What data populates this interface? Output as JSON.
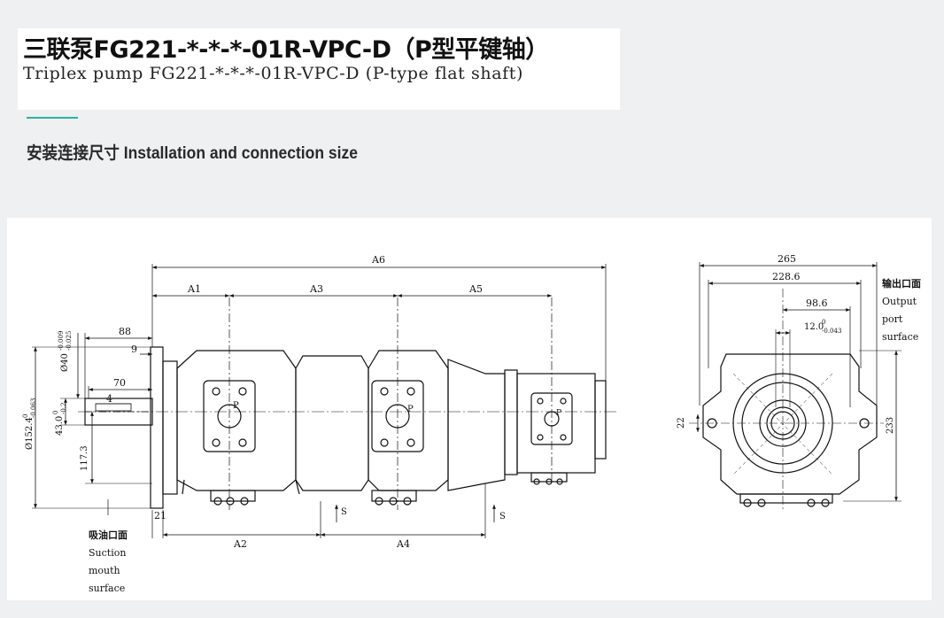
{
  "header": {
    "title_cn": "三联泵FG221-*-*-*-01R-VPC-D（P型平键轴）",
    "title_en": "Triplex pump FG221-*-*-*-01R-VPC-D  (P-type flat shaft)"
  },
  "section": {
    "heading": "安装连接尺寸 Installation and connection size"
  },
  "drawing": {
    "side_view": {
      "dims": {
        "A6": "A6",
        "A1": "A1",
        "A3": "A3",
        "A5": "A5",
        "A2": "A2",
        "A4": "A4",
        "d88": "88",
        "d9": "9",
        "d70": "70",
        "d4": "4",
        "d21": "21",
        "d152": "Ø152.4",
        "d152_tol": "0",
        "d152_tol2": "-0.063",
        "d43": "43.0",
        "d43_tol": "0",
        "d43_tol2": "-0.2",
        "d40": "Ø40",
        "d40_tol": "-0.009",
        "d40_tol2": "-0.025",
        "d117": "117.3"
      },
      "port_label": "P",
      "section_label": "S",
      "suction": {
        "cn": "吸油口面",
        "en1": "Suction",
        "en2": "mouth",
        "en3": "surface"
      }
    },
    "end_view": {
      "dims": {
        "d265": "265",
        "d228": "228.6",
        "d98": "98.6",
        "d12": "12.0",
        "d12_tol": "0",
        "d12_tol2": "-0.043",
        "d22": "22",
        "d233": "233"
      },
      "output": {
        "cn": "输出口面",
        "en1": "Output",
        "en2": "port",
        "en3": "surface"
      }
    }
  },
  "colors": {
    "accent": "#2bb3a0",
    "background": "#eef0f2",
    "panel": "#ffffff",
    "ink": "#111111"
  }
}
